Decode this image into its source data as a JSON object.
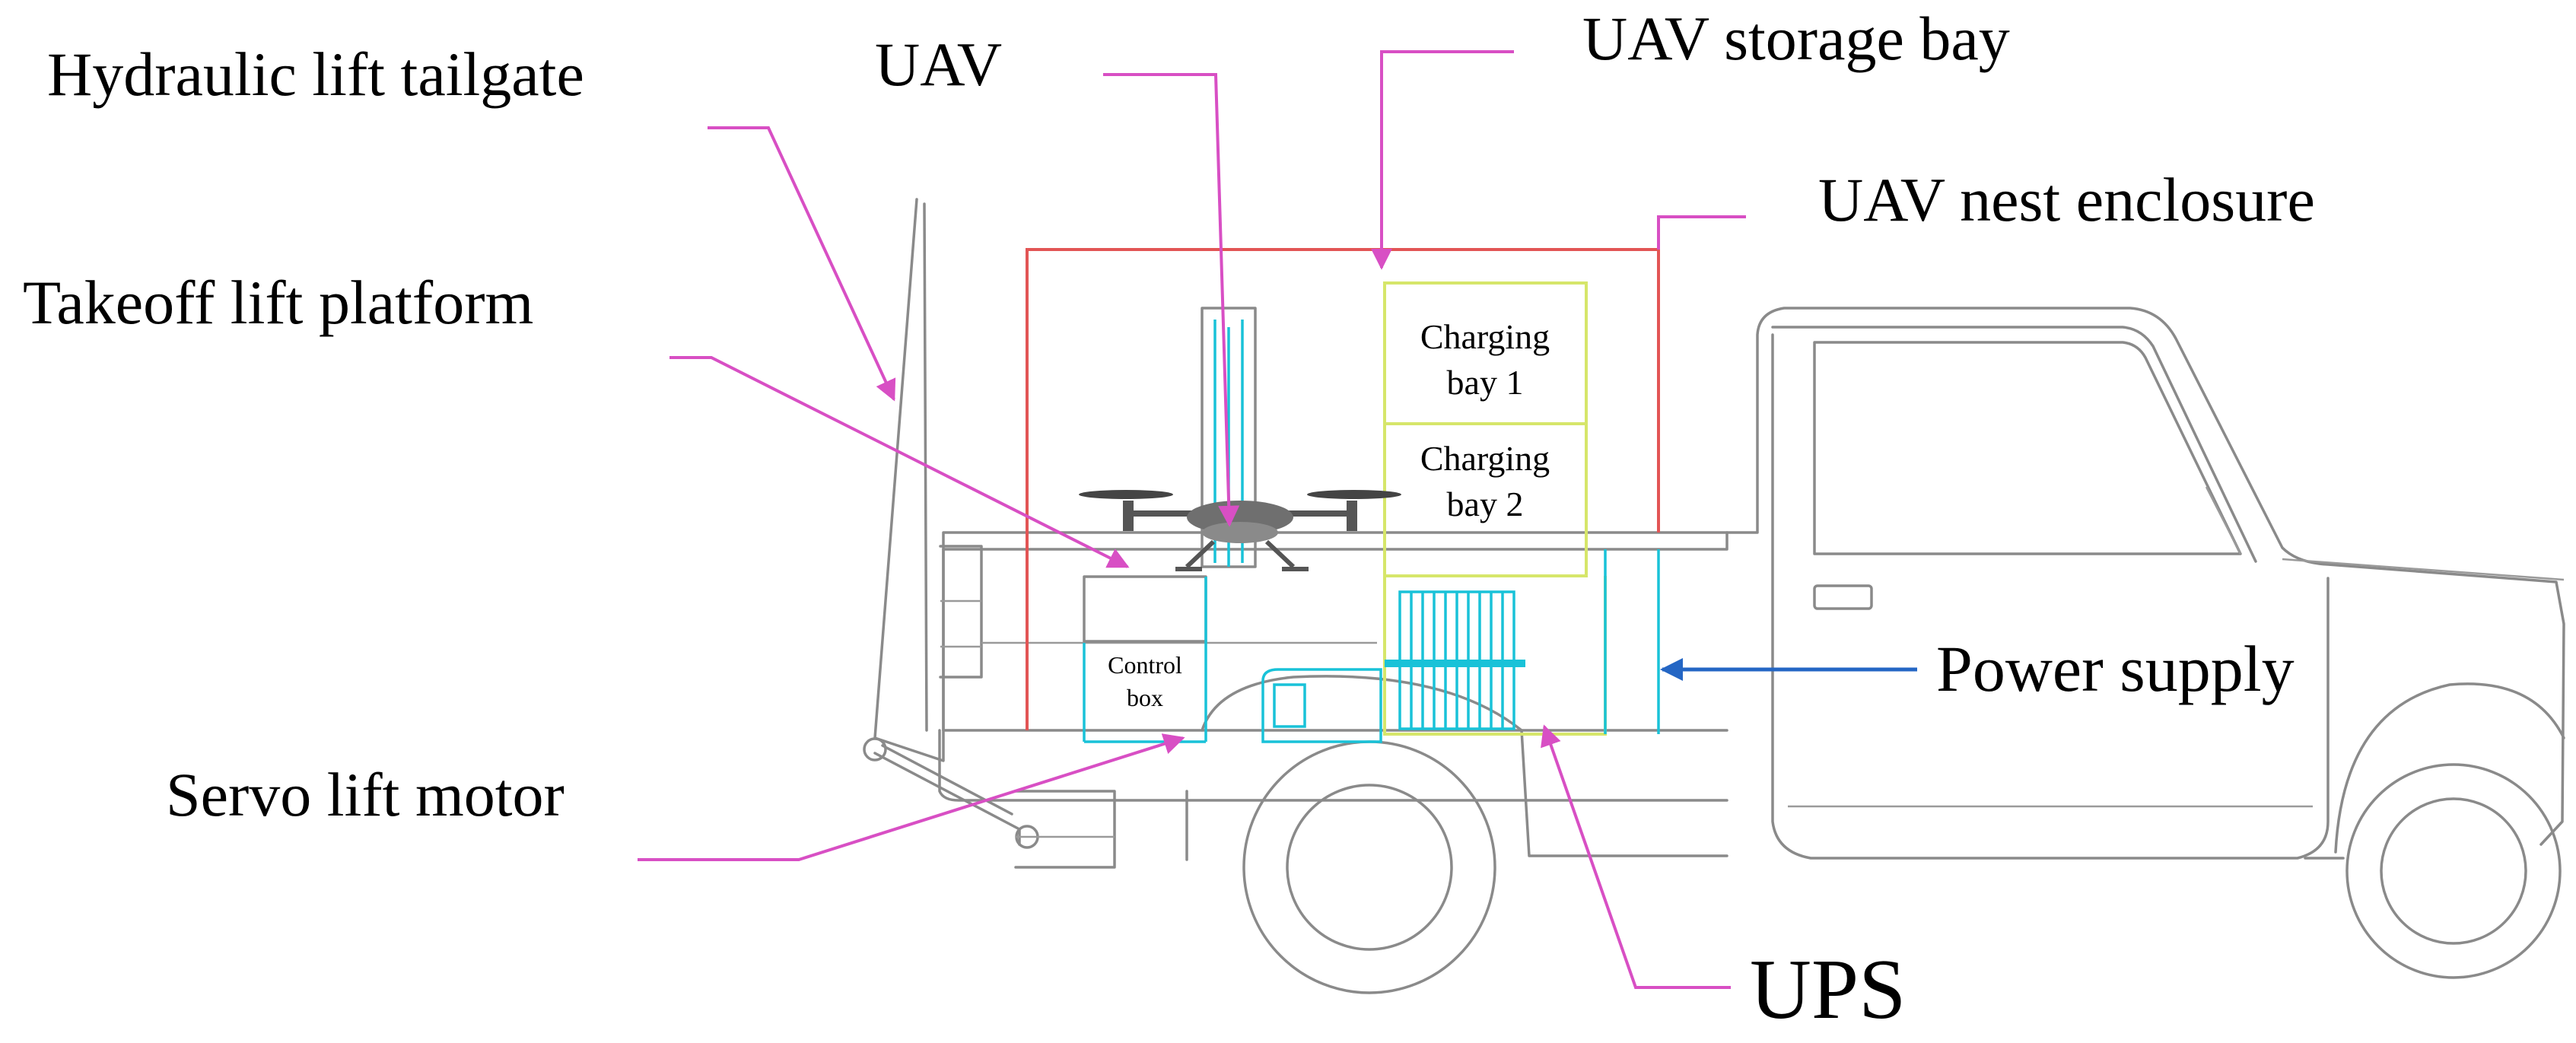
{
  "labels": {
    "hydraulic_tailgate": "Hydraulic lift tailgate",
    "uav": "UAV",
    "storage_bay": "UAV storage bay",
    "nest_enclosure": "UAV nest enclosure",
    "takeoff_platform": "Takeoff lift platform",
    "power_supply": "Power supply",
    "servo_motor": "Servo lift motor",
    "ups": "UPS"
  },
  "boxes": {
    "charging_bay_1": [
      "Charging",
      "bay 1"
    ],
    "charging_bay_2": [
      "Charging",
      "bay 2"
    ],
    "control_box": [
      "Control",
      "box"
    ]
  },
  "colors": {
    "leader_lines": "#d84fc4",
    "power_arrow": "#2466c4",
    "enclosure": "#e25555",
    "storage_bay": "#d6e66a",
    "equipment": "#19c2d8",
    "truck_outline": "#8a8a8a"
  }
}
